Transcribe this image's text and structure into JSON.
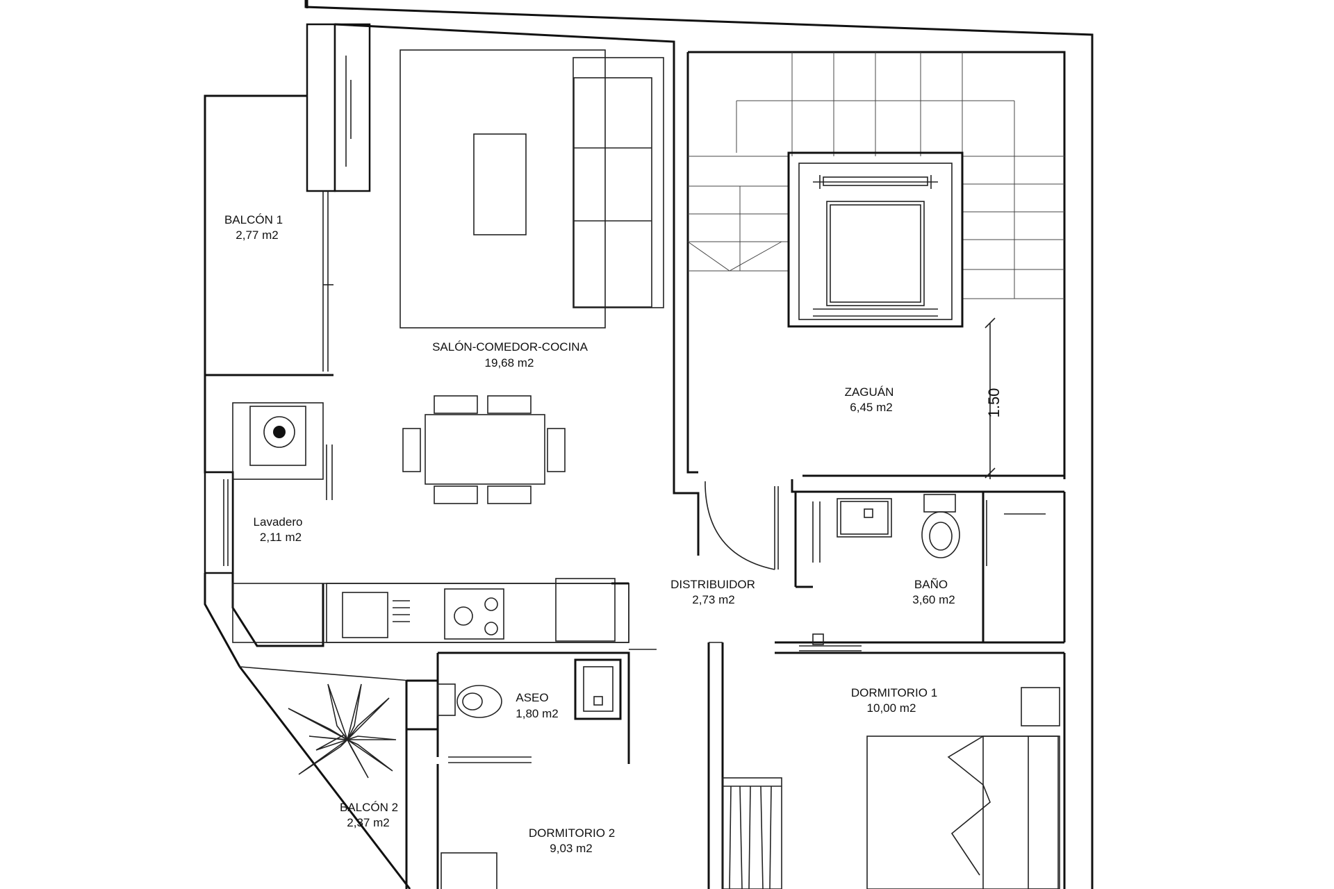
{
  "plan": {
    "rooms": [
      {
        "key": "balcon1",
        "name": "BALCÓN 1",
        "area": "2,77 m2"
      },
      {
        "key": "salon",
        "name": "SALÓN-COMEDOR-COCINA",
        "area": "19,68 m2"
      },
      {
        "key": "zaguan",
        "name": "ZAGUÁN",
        "area": "6,45 m2"
      },
      {
        "key": "lavadero",
        "name": "Lavadero",
        "area": "2,11 m2"
      },
      {
        "key": "distribuidor",
        "name": "DISTRIBUIDOR",
        "area": "2,73 m2"
      },
      {
        "key": "bano",
        "name": "BAÑO",
        "area": "3,60 m2"
      },
      {
        "key": "aseo",
        "name": "ASEO",
        "area": "1,80 m2"
      },
      {
        "key": "dormitorio1",
        "name": "DORMITORIO 1",
        "area": "10,00 m2"
      },
      {
        "key": "balcon2",
        "name": "BALCÓN 2",
        "area": "2,37 m2"
      },
      {
        "key": "dormitorio2",
        "name": "DORMITORIO 2",
        "area": "9,03 m2"
      }
    ],
    "dimension_label": "1.50"
  }
}
